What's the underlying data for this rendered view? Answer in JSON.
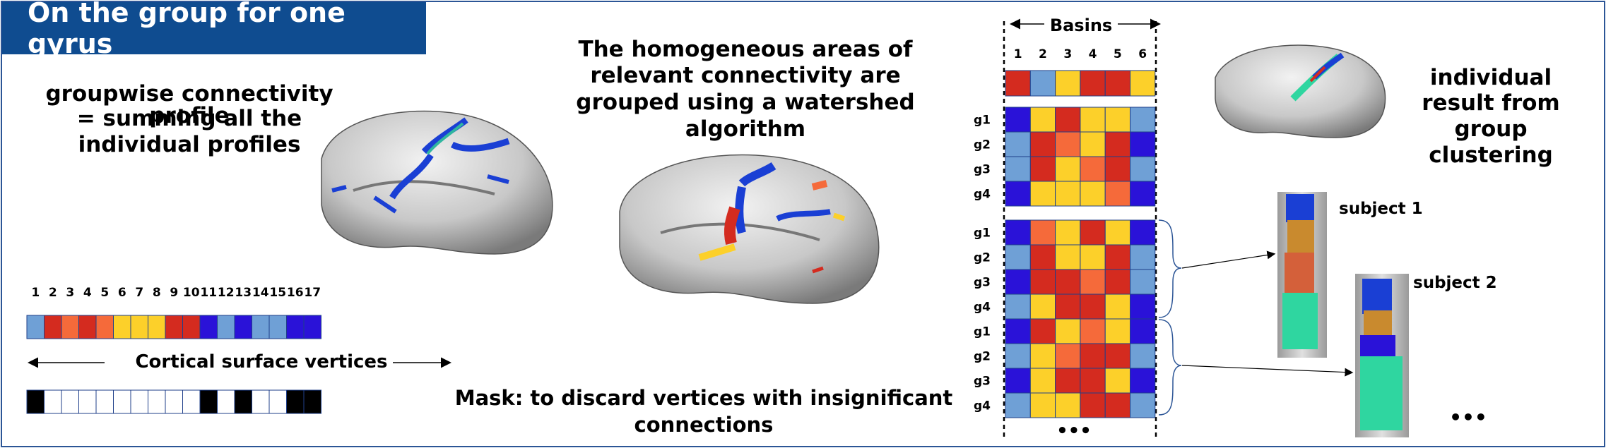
{
  "title": "On the group for one gyrus",
  "groupwise_text": [
    "groupwise connectivity  profile",
    "= summing all the",
    "individual profiles"
  ],
  "watershed_text": [
    "The homogeneous areas of",
    "relevant connectivity are",
    "grouped using a watershed",
    "algorithm"
  ],
  "individual_text": [
    "individual",
    "result from",
    "group",
    "clustering"
  ],
  "vertex_numbers": [
    "1",
    "2",
    "3",
    "4",
    "5",
    "6",
    "7",
    "8",
    "9",
    "10",
    "11",
    "12",
    "13",
    "14",
    "15",
    "16",
    "17"
  ],
  "vertex_colors": [
    "#6fa0d6",
    "#d42b1f",
    "#f56a3a",
    "#d42b1f",
    "#f56a3a",
    "#fcd02a",
    "#fcd02a",
    "#fcd02a",
    "#d42b1f",
    "#d42b1f",
    "#2a12d8",
    "#6fa0d6",
    "#2a12d8",
    "#6fa0d6",
    "#6fa0d6",
    "#2a12d8",
    "#2a12d8"
  ],
  "cortical_label": "Cortical surface vertices",
  "mask_pattern": [
    1,
    0,
    0,
    0,
    0,
    0,
    0,
    0,
    0,
    0,
    1,
    0,
    1,
    0,
    0,
    1,
    1
  ],
  "mask_label": [
    "Mask: to discard vertices with insignificant",
    "connections"
  ],
  "basins_label": "Basins",
  "basin_numbers": [
    "1",
    "2",
    "3",
    "4",
    "5",
    "6"
  ],
  "group_row": [
    "#d42b1f",
    "#6fa0d6",
    "#fcd02a",
    "#d42b1f",
    "#d42b1f",
    "#fcd02a"
  ],
  "blocks": [
    {
      "labels": [
        "g1",
        "g2",
        "g3",
        "g4"
      ],
      "rows": [
        [
          "#2a12d8",
          "#fcd02a",
          "#d42b1f",
          "#fcd02a",
          "#fcd02a",
          "#6fa0d6"
        ],
        [
          "#6fa0d6",
          "#d42b1f",
          "#f56a3a",
          "#fcd02a",
          "#d42b1f",
          "#2a12d8"
        ],
        [
          "#6fa0d6",
          "#d42b1f",
          "#fcd02a",
          "#f56a3a",
          "#d42b1f",
          "#6fa0d6"
        ],
        [
          "#2a12d8",
          "#fcd02a",
          "#fcd02a",
          "#fcd02a",
          "#f56a3a",
          "#2a12d8"
        ]
      ]
    },
    {
      "labels": [
        "g1",
        "g2",
        "g3",
        "g4"
      ],
      "rows": [
        [
          "#2a12d8",
          "#f56a3a",
          "#fcd02a",
          "#d42b1f",
          "#fcd02a",
          "#2a12d8"
        ],
        [
          "#6fa0d6",
          "#d42b1f",
          "#fcd02a",
          "#fcd02a",
          "#d42b1f",
          "#6fa0d6"
        ],
        [
          "#2a12d8",
          "#d42b1f",
          "#d42b1f",
          "#f56a3a",
          "#d42b1f",
          "#6fa0d6"
        ],
        [
          "#6fa0d6",
          "#fcd02a",
          "#d42b1f",
          "#d42b1f",
          "#fcd02a",
          "#2a12d8"
        ]
      ]
    },
    {
      "labels": [
        "g1",
        "g2",
        "g3",
        "g4"
      ],
      "rows": [
        [
          "#2a12d8",
          "#d42b1f",
          "#fcd02a",
          "#f56a3a",
          "#fcd02a",
          "#2a12d8"
        ],
        [
          "#6fa0d6",
          "#fcd02a",
          "#f56a3a",
          "#d42b1f",
          "#d42b1f",
          "#6fa0d6"
        ],
        [
          "#2a12d8",
          "#fcd02a",
          "#d42b1f",
          "#d42b1f",
          "#fcd02a",
          "#2a12d8"
        ],
        [
          "#6fa0d6",
          "#fcd02a",
          "#fcd02a",
          "#d42b1f",
          "#d42b1f",
          "#6fa0d6"
        ]
      ]
    }
  ],
  "ellipsis": "•••",
  "subject1": "subject 1",
  "subject2": "subject 2",
  "more": "•••"
}
